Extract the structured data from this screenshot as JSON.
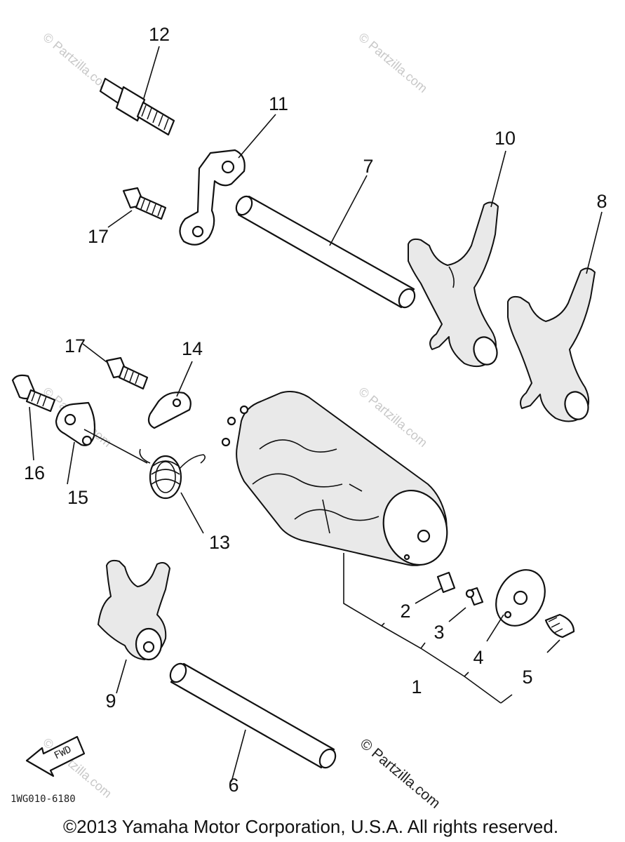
{
  "diagram": {
    "callouts": [
      "12",
      "11",
      "10",
      "7",
      "8",
      "17",
      "17",
      "14",
      "16",
      "15",
      "13",
      "2",
      "3",
      "4",
      "1",
      "5",
      "9",
      "6"
    ],
    "fwd_label": "FWD",
    "drawing_code": "1WG010-6180",
    "copyright": "©2013  Yamaha Motor Corporation, U.S.A. All rights reserved.",
    "watermark": "© Partzilla.com"
  }
}
